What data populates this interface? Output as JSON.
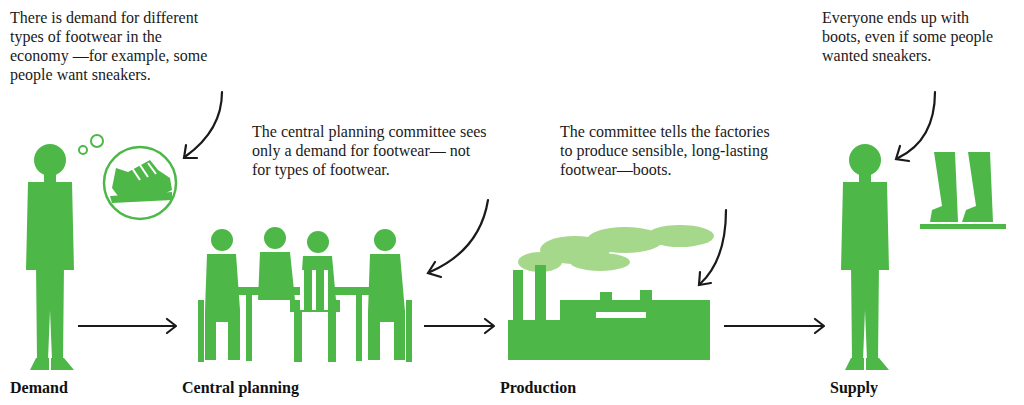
{
  "diagram": {
    "nodes": [
      {
        "text": [
          "Demand"
        ]
      },
      {
        "text": [
          "Central planning"
        ]
      },
      {
        "text": [
          "Production"
        ]
      },
      {
        "text": [
          "Supply"
        ]
      }
    ],
    "edges": [
      {
        "from": 0,
        "to": 1,
        "arrow": "to"
      },
      {
        "from": 1,
        "to": 2,
        "arrow": "to"
      },
      {
        "from": 2,
        "to": 3,
        "arrow": "to"
      }
    ],
    "labels": [
      "There is demand for different types of footwear in the economy —for example, some people want sneakers.",
      "The central planning committee sees only a demand for footwear— not for types of footwear.",
      "The committee tells the factories to produce sensible, long-lasting footwear—boots.",
      "Everyone ends up with boots, even if some people wanted sneakers."
    ]
  }
}
